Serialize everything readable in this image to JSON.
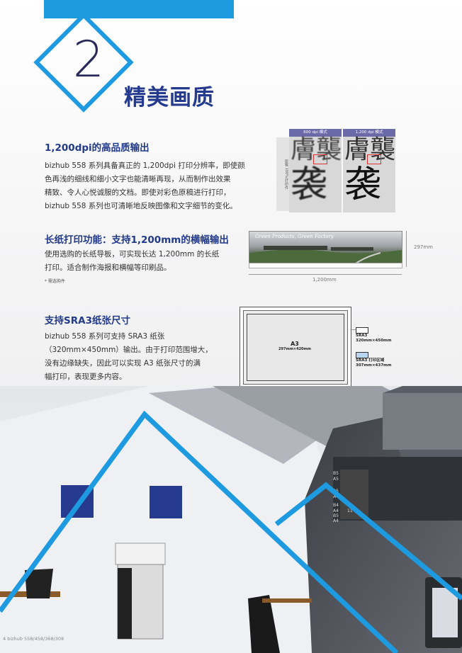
{
  "section": {
    "number": "2",
    "title": "精美画质"
  },
  "feature1": {
    "heading": "1,200dpi的高品质输出",
    "lines": [
      "bizhub 558 系列具备真正的 1,200dpi 打印分辨率，即使颜",
      "色再浅的细线和细小文字也能清晰再现，从而制作出效果",
      "精致、令人心悦诚服的文档。即使对彩色原稿进行打印，",
      "bizhub 558 系列也可清晰地反映图像和文字细节的变化。"
    ],
    "compare": {
      "left_label": "600 dpi 模式",
      "right_label": "1,200 dpi 模式",
      "side_label": "原稿 100%/打印件",
      "glyphs": "膚襲讀"
    }
  },
  "feature2": {
    "heading": "长纸打印功能：支持1,200mm的横幅输出",
    "lines": [
      "使用选购的长纸导板，可实现长达 1,200mm 的长纸",
      "打印。适合制作海报和横幅等印刷品。"
    ],
    "note": "* 需选购件",
    "banner_caption": "Green Products, Green Factory",
    "height_label": "297mm",
    "width_label": "1,200mm"
  },
  "feature3": {
    "heading": "支持SRA3纸张尺寸",
    "lines": [
      "bizhub 558 系列可支持 SRA3 纸张",
      "（320mm×450mm）输出。由于打印范围增大，",
      "没有边缘缺失，因此可以实现 A3 纸张尺寸的满",
      "幅打印，表现更多内容。"
    ],
    "a3_label": "A3",
    "a3_size": "297mm×420mm",
    "legend": [
      {
        "name": "SRA3",
        "size": "320mm×450mm"
      },
      {
        "name": "SRA3 打印区域",
        "size": "307mm×437mm"
      }
    ]
  },
  "panel_labels": [
    "B5",
    "A5",
    "B5",
    "A4",
    "B4",
    "A4",
    "B5",
    "A4",
    "11"
  ],
  "footer": "4  bizhub 558/458/368/308",
  "colors": {
    "accent": "#1e9be0",
    "heading": "#223a8a"
  }
}
